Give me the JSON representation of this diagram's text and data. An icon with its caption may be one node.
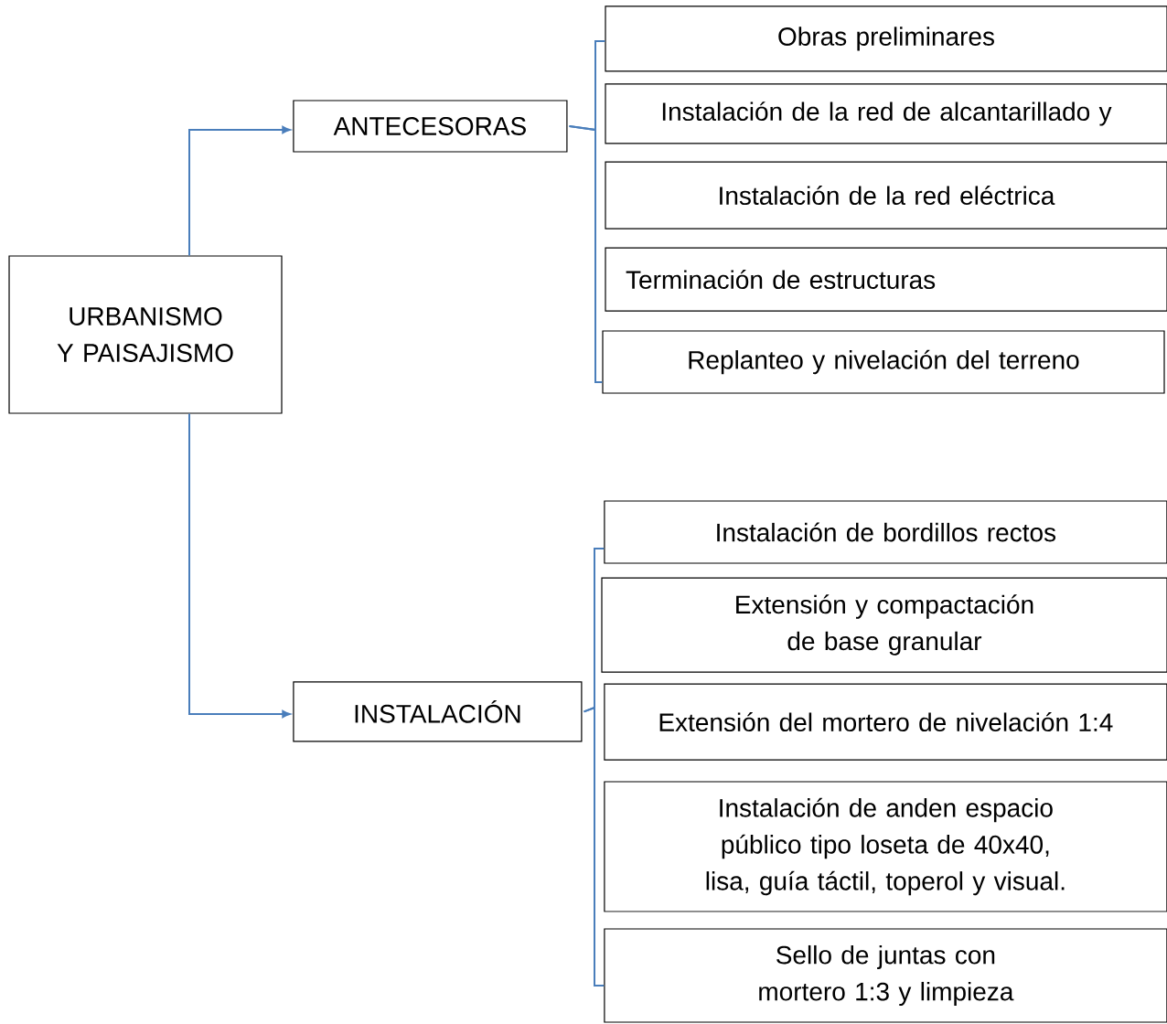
{
  "diagram": {
    "nodes": [
      {
        "text": [
          "URBANISMO Y PAISAJISMO"
        ]
      },
      {
        "text": [
          "ANTECESORAS"
        ]
      },
      {
        "text": [
          "INSTALACIÓN"
        ]
      },
      {
        "text": [
          "Obras preliminares"
        ]
      },
      {
        "text": [
          "Instalación de la red de alcantarillado y"
        ]
      },
      {
        "text": [
          "Instalación de la red eléctrica"
        ]
      },
      {
        "text": [
          "Terminación de estructuras"
        ]
      },
      {
        "text": [
          "Replanteo y nivelación del terreno"
        ]
      },
      {
        "text": [
          "Instalación de bordillos rectos"
        ]
      },
      {
        "text": [
          "Extensión y compactación de base granular"
        ]
      },
      {
        "text": [
          "Extensión del mortero de nivelación 1:4"
        ]
      },
      {
        "text": [
          "Instalación de anden espacio público tipo loseta de 40x40, lisa, guía táctil, toperol y visual."
        ]
      },
      {
        "text": [
          "Sello de juntas con mortero 1:3 y limpieza"
        ]
      }
    ],
    "edges": [
      {
        "from": 0,
        "to": 1,
        "arrow": "to"
      },
      {
        "from": 0,
        "to": 2,
        "arrow": "to"
      },
      {
        "from": 1,
        "to": 3,
        "arrow": "none"
      },
      {
        "from": 1,
        "to": 7,
        "arrow": "none"
      },
      {
        "from": 2,
        "to": 8,
        "arrow": "none"
      },
      {
        "from": 2,
        "to": 12,
        "arrow": "none"
      }
    ]
  }
}
